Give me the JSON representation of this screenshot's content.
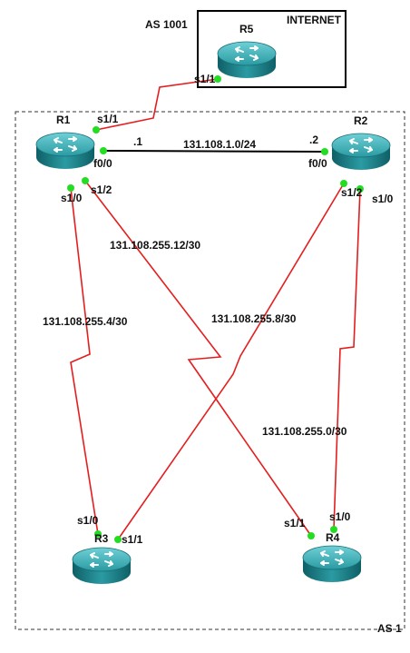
{
  "zones": {
    "internet_as": "AS 1001",
    "internet_label": "INTERNET",
    "main_as": "AS 1"
  },
  "routers": {
    "r1": "R1",
    "r2": "R2",
    "r3": "R3",
    "r4": "R4",
    "r5": "R5"
  },
  "networks": {
    "r1_r2": "131.108.1.0/24",
    "r1_r4": "131.108.255.12/30",
    "r1_r3": "131.108.255.4/30",
    "r2_r3": "131.108.255.8/30",
    "r2_r4": "131.108.255.0/30"
  },
  "interfaces": {
    "r5_s11": "s1/1",
    "r1_s11": "s1/1",
    "r1_f00": "f0/0",
    "r1_s10": "s1/0",
    "r1_s12": "s1/2",
    "r2_f00": "f0/0",
    "r2_s12": "s1/2",
    "r2_s10": "s1/0",
    "r3_s10": "s1/0",
    "r3_s11": "s1/1",
    "r4_s11": "s1/1",
    "r4_s10": "s1/0"
  },
  "hosts": {
    "r1_f00": ".1",
    "r2_f00": ".2"
  },
  "colors": {
    "link_serial": "#e41e1e",
    "link_ethernet": "#000000",
    "port_dot": "#22dd22",
    "router_body": "#1e8c94"
  },
  "icons": {
    "router": "router-icon"
  }
}
